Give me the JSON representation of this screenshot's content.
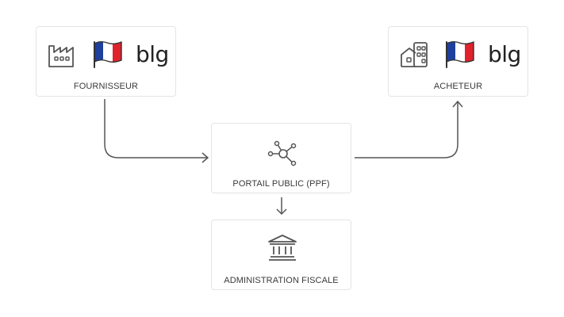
{
  "nodes": {
    "supplier": {
      "label": "FOURNISSEUR",
      "brand": "blg",
      "icon": "factory-icon",
      "flag": "france-flag-icon"
    },
    "buyer": {
      "label": "ACHETEUR",
      "brand": "blg",
      "icon": "buildings-icon",
      "flag": "france-flag-icon"
    },
    "portal": {
      "label": "PORTAIL PUBLIC (PPF)",
      "icon": "network-hub-icon"
    },
    "tax": {
      "label": "ADMINISTRATION FISCALE",
      "icon": "government-building-icon"
    }
  },
  "colors": {
    "stroke": "#555555",
    "border": "#e4e4e4",
    "flag_blue": "#1f3f9c",
    "flag_white": "#ffffff",
    "flag_red": "#e0222c"
  }
}
